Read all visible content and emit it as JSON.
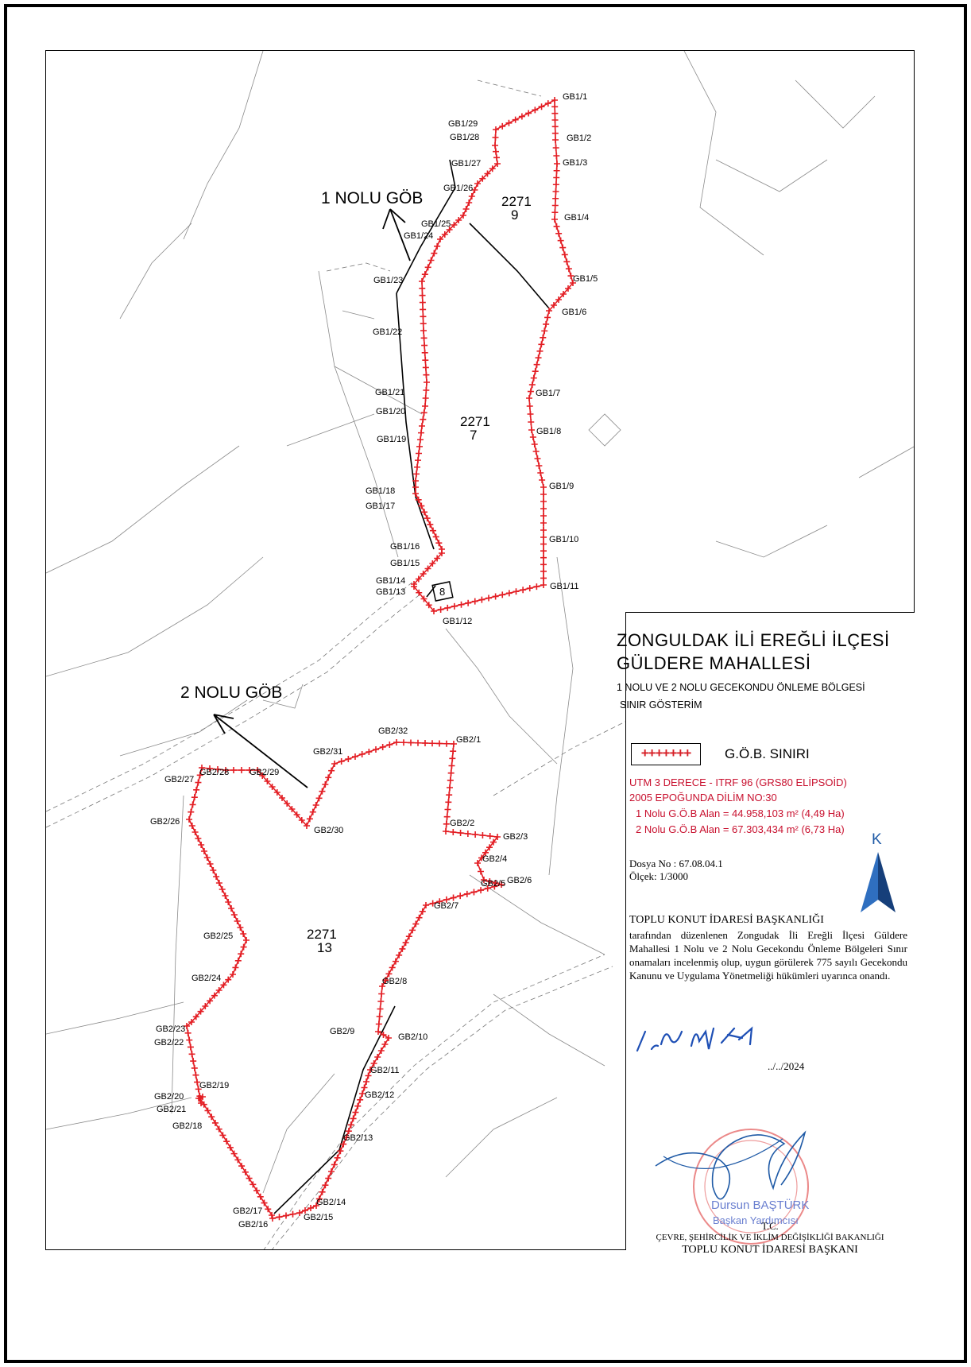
{
  "map": {
    "zone1_label": "1 NOLU GÖB",
    "zone2_label": "2 NOLU GÖB",
    "parcels": [
      {
        "block": "2271",
        "parcel": "9"
      },
      {
        "block": "2271",
        "parcel": "7"
      },
      {
        "block": "2271",
        "parcel": "13"
      },
      {
        "parcel": "8"
      }
    ],
    "gb1_points": [
      "GB1/1",
      "GB1/2",
      "GB1/3",
      "GB1/4",
      "GB1/5",
      "GB1/6",
      "GB1/7",
      "GB1/8",
      "GB1/9",
      "GB1/10",
      "GB1/11",
      "GB1/12",
      "GB1/13",
      "GB1/14",
      "GB1/15",
      "GB1/16",
      "GB1/17",
      "GB1/18",
      "GB1/19",
      "GB1/20",
      "GB1/21",
      "GB1/22",
      "GB1/23",
      "GB1/24",
      "GB1/25",
      "GB1/26",
      "GB1/27",
      "GB1/28",
      "GB1/29"
    ],
    "gb2_points": [
      "GB2/1",
      "GB2/2",
      "GB2/3",
      "GB2/4",
      "GB2/5",
      "GB2/6",
      "GB2/7",
      "GB2/8",
      "GB2/9",
      "GB2/10",
      "GB2/11",
      "GB2/12",
      "GB2/13",
      "GB2/14",
      "GB2/15",
      "GB2/16",
      "GB2/17",
      "GB2/18",
      "GB2/19",
      "GB2/20",
      "GB2/21",
      "GB2/22",
      "GB2/23",
      "GB2/24",
      "GB2/25",
      "GB2/26",
      "GB2/27",
      "GB2/28",
      "GB2/29",
      "GB2/30",
      "GB2/31",
      "GB2/32"
    ],
    "boundary_color": "#e31e24",
    "north_label": "K"
  },
  "legend": {
    "title_line1": "ZONGULDAK İLİ EREĞLİ İLÇESİ",
    "title_line2": "GÜLDERE  MAHALLESİ",
    "subtitle_line1": "1 NOLU VE 2 NOLU GECEKONDU ÖNLEME BÖLGESİ",
    "subtitle_line2": "SINIR GÖSTERİM",
    "symbol": "+++++++",
    "symbol_label": "G.Ö.B. SINIRI",
    "datum_line1": "UTM 3 DERECE - ITRF 96 (GRS80 ELİPSOİD)",
    "datum_line2": "2005 EPOĞUNDA DİLİM NO:30",
    "area1": "1 Nolu G.Ö.B Alan = 44.958,103 m² (4,49 Ha)",
    "area2": "2 Nolu G.Ö.B Alan = 67.303,434 m² (6,73 Ha)",
    "file_no": "Dosya No  : 67.08.04.1",
    "scale": "Ölçek: 1/3000",
    "authority_heading": "TOPLU KONUT İDARESİ BAŞKANLIĞI",
    "approval_text": "tarafından düzenlenen Zongudak İli Ereğli İlçesi Güldere Mahallesi 1 Nolu ve 2 Nolu  Gecekondu Önleme Bölgeleri Sınır onamaları incelenmiş olup, uygun görülerek 775 sayılı Gecekondu Kanunu ve Uygulama Yönetmeliği hükümleri uyarınca onandı.",
    "date": "../../2024",
    "stamp_name": "Dursun BAŞTÜRK",
    "stamp_title": "Başkan Yardımcısı",
    "footer_line1": "T.C.",
    "footer_line2": "ÇEVRE, ŞEHİRCİLİK VE İKLİM DEĞİŞİKLİĞİ BAKANLIĞI",
    "footer_line3": "TOPLU KONUT İDARESİ BAŞKANI"
  }
}
